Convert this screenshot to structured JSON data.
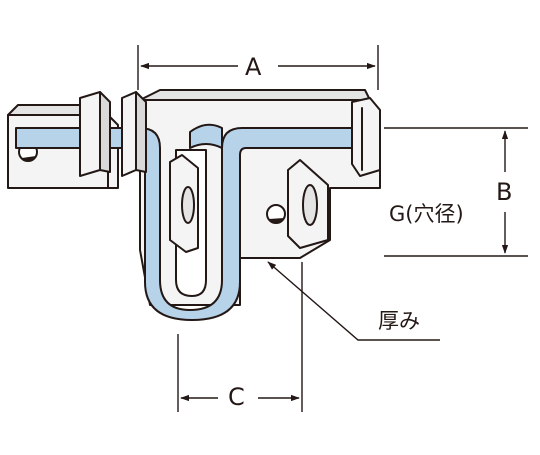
{
  "labels": {
    "dim_a": "A",
    "dim_b": "B",
    "dim_c": "C",
    "hole_diameter": "G(穴径)",
    "thickness": "厚み"
  },
  "colors": {
    "line": "#231815",
    "bar": "#b7d3ea",
    "plate": "#f4f4f4",
    "plate_shade": "#d9d9d9",
    "hole": "#231815"
  },
  "icons": {
    "arrows": "arrowhead-icon"
  }
}
